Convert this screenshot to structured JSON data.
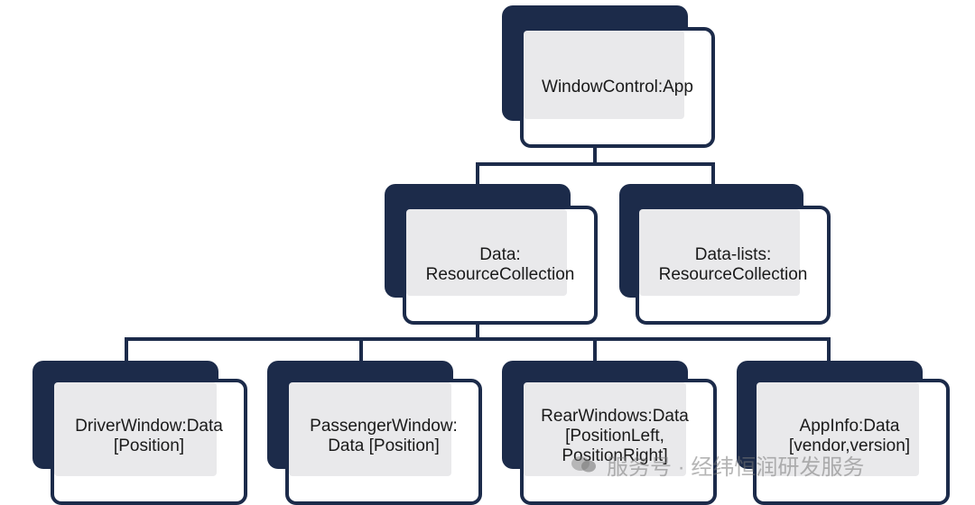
{
  "colors": {
    "node_dark": "#1c2b4a",
    "node_fill": "#e9e9eb",
    "connector": "#1c2b4a",
    "text": "#1a1a1a"
  },
  "nodes": {
    "root": {
      "lines": [
        "WindowControl:App"
      ]
    },
    "data": {
      "lines": [
        "Data:",
        "ResourceCollection"
      ]
    },
    "data_lists": {
      "lines": [
        "Data-lists:",
        "ResourceCollection"
      ]
    },
    "driver_window": {
      "lines": [
        "DriverWindow:Data",
        "[Position]"
      ]
    },
    "passenger_window": {
      "lines": [
        "PassengerWindow:",
        "Data [Position]"
      ]
    },
    "rear_windows": {
      "lines": [
        "RearWindows:Data",
        "[PositionLeft,",
        "PositionRight]"
      ]
    },
    "app_info": {
      "lines": [
        "AppInfo:Data",
        "[vendor,version]"
      ]
    }
  },
  "watermark": {
    "icon": "wechat-icon",
    "text": "服务号 · 经纬恒润研发服务"
  }
}
